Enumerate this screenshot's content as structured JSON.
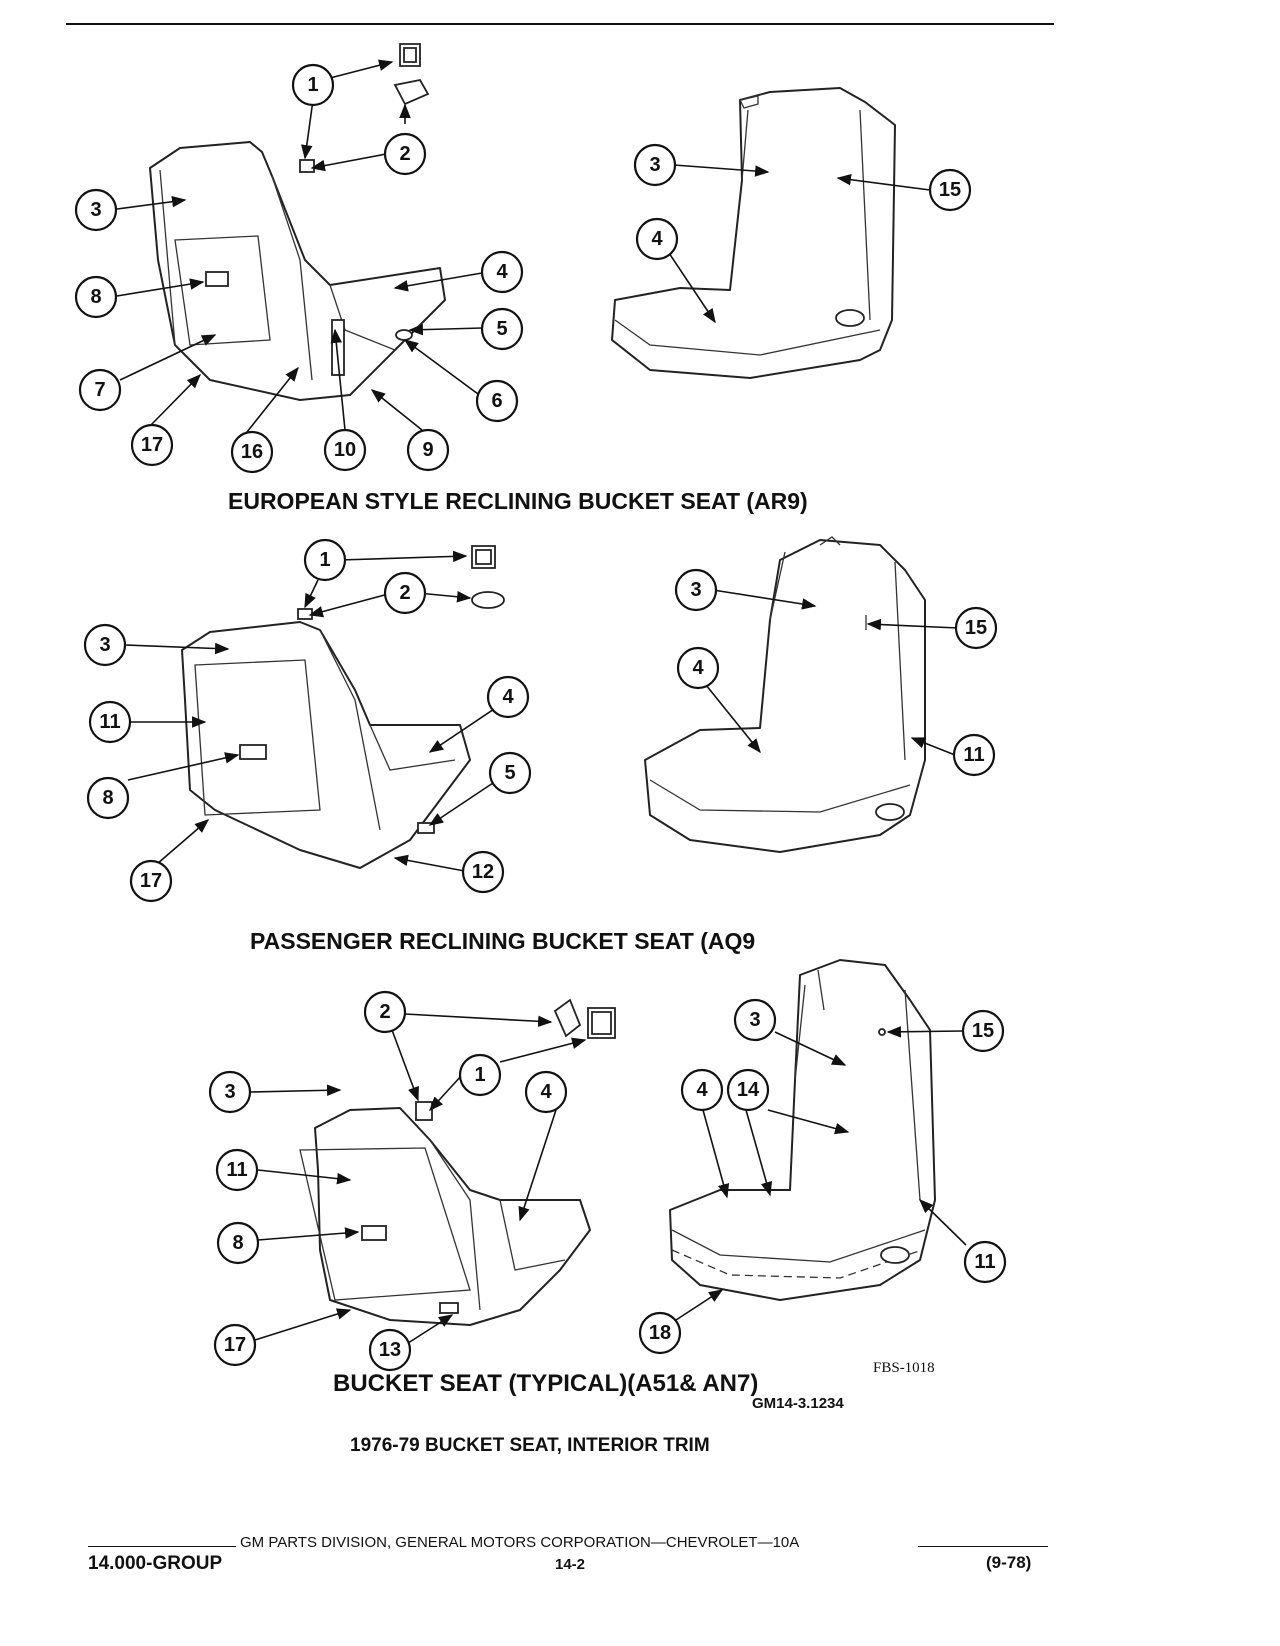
{
  "section_titles": {
    "european": "EUROPEAN STYLE RECLINING BUCKET SEAT (AR9)",
    "passenger": "PASSENGER RECLINING BUCKET SEAT (AQ9",
    "typical": "BUCKET SEAT (TYPICAL)(A51& AN7)"
  },
  "figure_code": "FBS-1018",
  "reference_code": "GM14-3.1234",
  "figure_title": "1976-79 BUCKET SEAT, INTERIOR TRIM",
  "footer": {
    "publisher_line": "GM PARTS DIVISION, GENERAL MOTORS CORPORATION—CHEVROLET—10A",
    "group": "14.000-GROUP",
    "page": "14-2",
    "revision": "(9-78)"
  },
  "callouts": {
    "european_rear": [
      "1",
      "2",
      "3",
      "8",
      "4",
      "5",
      "7",
      "6",
      "17",
      "16",
      "10",
      "9"
    ],
    "european_front": [
      "3",
      "15",
      "4"
    ],
    "passenger_rear": [
      "1",
      "2",
      "3",
      "4",
      "11",
      "5",
      "8",
      "17",
      "12"
    ],
    "passenger_front": [
      "3",
      "15",
      "4",
      "11"
    ],
    "typical_rear": [
      "2",
      "1",
      "3",
      "4",
      "11",
      "8",
      "17",
      "13"
    ],
    "typical_front": [
      "3",
      "15",
      "4",
      "14",
      "11",
      "18"
    ]
  }
}
